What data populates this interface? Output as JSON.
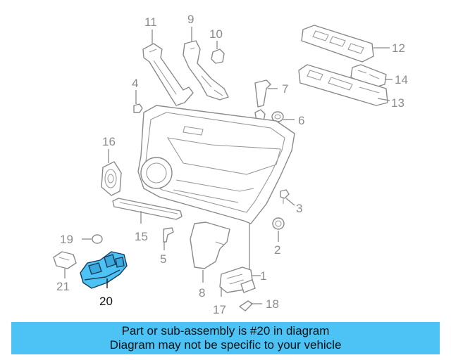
{
  "callouts": {
    "c1": "1",
    "c2": "2",
    "c3": "3",
    "c4": "4",
    "c5": "5",
    "c6": "6",
    "c7": "7",
    "c8": "8",
    "c9": "9",
    "c10": "10",
    "c11": "11",
    "c12": "12",
    "c13": "13",
    "c14": "14",
    "c15": "15",
    "c16": "16",
    "c17": "17",
    "c18": "18",
    "c19": "19",
    "c20": "20",
    "c21": "21"
  },
  "highlighted_part": "20",
  "banner": {
    "line1": "Part or sub-assembly is #20 in diagram",
    "line2": "Diagram may not be specific to your vehicle",
    "background": "#4cc2f5"
  },
  "colors": {
    "highlight_fill": "#4cc2f5",
    "part_stroke": "#8a8a8a",
    "callout_text": "#8c8c8c"
  }
}
